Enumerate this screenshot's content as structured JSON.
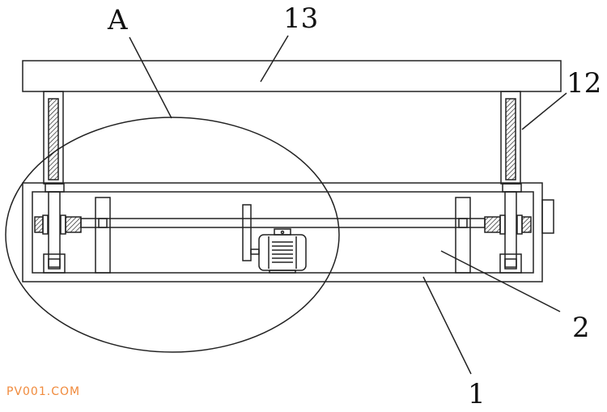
{
  "labels": {
    "detail_a": "A",
    "top_plate": "13",
    "lift_rod": "12",
    "inner_frame": "2",
    "base_box": "1"
  },
  "watermark": "PV001.COM",
  "colors": {
    "line": "#222222",
    "watermark": "#f08a3c"
  }
}
